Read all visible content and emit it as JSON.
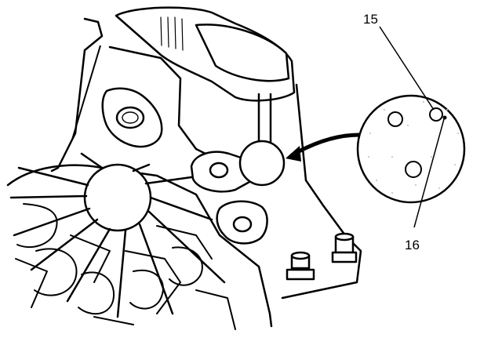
{
  "callouts": [
    {
      "id": "15",
      "label": "15"
    },
    {
      "id": "16",
      "label": "16"
    }
  ],
  "colors": {
    "ink": "#000000",
    "paper": "#ffffff",
    "detail_shading": "#bdbdbd"
  }
}
